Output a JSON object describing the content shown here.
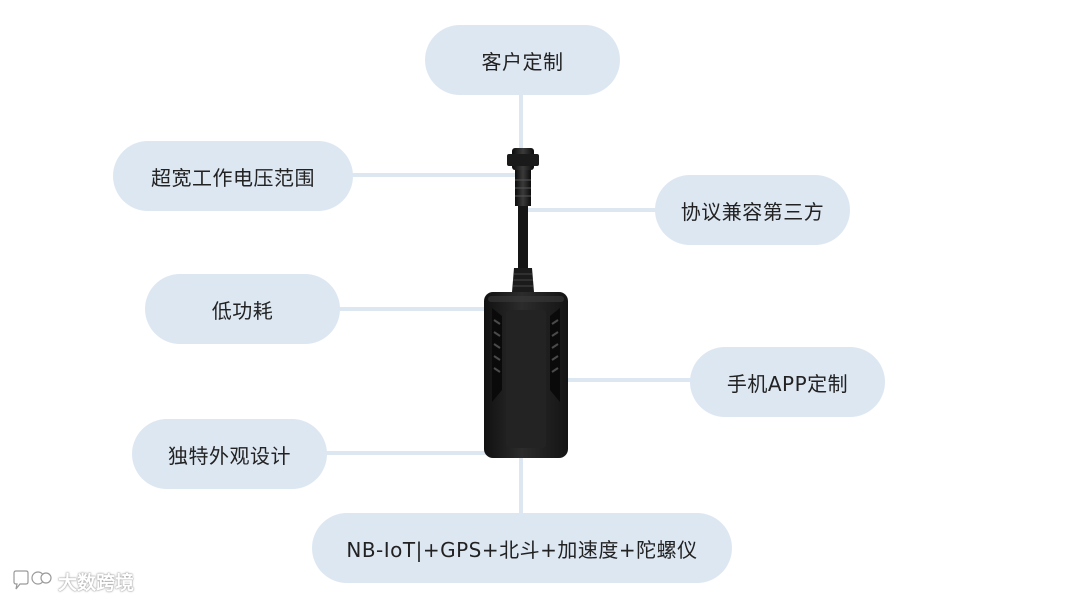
{
  "diagram": {
    "features": {
      "top": "客户定制",
      "left_1": "超宽工作电压范围",
      "right_1": "协议兼容第三方",
      "left_2": "低功耗",
      "right_2": "手机APP定制",
      "left_3": "独特外观设计",
      "bottom": "NB-IoT|+GPS+北斗+加速度+陀螺仪"
    },
    "colors": {
      "pill_fill": "#dde7f2",
      "connector_line": "#dde7f2",
      "device_body": "#1e1e1e"
    },
    "device_icon": "gps-tracker-device"
  },
  "watermark": {
    "icon": "speech-bubble-logo-icon",
    "text": "大数跨境"
  }
}
